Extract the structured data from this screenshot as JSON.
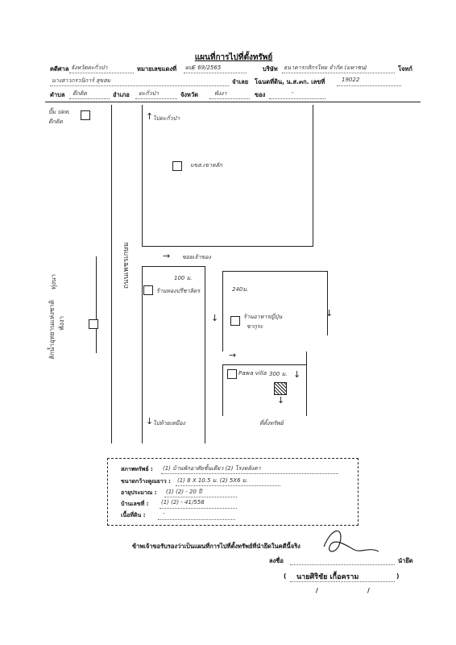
{
  "title": "แผนที่การไปที่ตั้งทรัพย์",
  "header": {
    "row1": {
      "case_label": "คดีศาล",
      "court_value": "จังหวัดตะกั่วป่า",
      "black_no_label": "หมายเลขแดงที่",
      "black_no_value": "ผบE 69/2565",
      "plaintiff_label": "บริษัท",
      "plaintiff_value": "ธนาคารกสิกรไทย จำกัด (มหาชน)",
      "role_label": "โจทก์"
    },
    "row2": {
      "defendant_value": "นางสาวกรวนิการ์ สุขสม",
      "role_label": "จำเลย",
      "deed_label": "โฉนดที่ดิน, น.ส.๓ก. เลขที่",
      "deed_value": "19022"
    },
    "row3": {
      "tambon_label": "ตำบล",
      "tambon_value": "ตึกติด",
      "amphoe_label": "อำเภอ",
      "amphoe_value": "ตะกั่วป่า",
      "province_label": "จังหวัด",
      "province_value": "พังงา",
      "of_label": "ของ",
      "of_value": "-"
    }
  },
  "map": {
    "label_ptt": "ปั๊ม ปตท.",
    "label_ptt2": "ตึกติด",
    "label_to_takuapa": "ไปตะกั่วป่า",
    "label_bks": "บขส.เขาหลัก",
    "label_road_vertical": "ถนนเพชรเกษม",
    "label_soi": "ซอยเจ้าของ",
    "label_100m": "100 ม.",
    "label_shop": "ร้านทองปรีชาลิตร",
    "label_240m": "240ม.",
    "label_restaurant": "ร้านอาหารญี่ปุ่น",
    "label_restaurant2": "ซากุระ",
    "label_villa": "Pawa villa",
    "label_villa_dist": "300 ม.",
    "label_property": "ที่ตั้งทรัพย์",
    "label_to_thaimuang": "ไปท้ายเหมือง",
    "label_left_vertical1": "ทุ่งนา",
    "label_left_vertical2": "ลักน้ำอุทยานแห่งชาติ",
    "label_left_vertical3": "พังงา"
  },
  "info": {
    "property_label": "สภาพทรัพย์ :",
    "property_value": "(1) บ้านพักอาศัยชั้นเดียว (2) โรงหลังคา",
    "size_label": "ขนาดกว้างคูณยาว :",
    "size_value": "(1) 8 X 10.5 ม. (2) 5X6 ม.",
    "age_label": "อายุประมาณ :",
    "age_value": "(1) (2) - 20 ปี",
    "house_no_label": "บ้านเลขที่ :",
    "house_no_value": "(1) (2) - 41/558",
    "land_area_label": "เนื้อที่ดิน :",
    "land_area_value": "-"
  },
  "certify": {
    "statement": "ข้าพเจ้าขอรับรองว่าเป็นแผนที่การไปที่ตั้งทรัพย์ที่นำยึดในคดีนี้จริง",
    "sign_label": "ลงชื่อ",
    "role": "นำยึด",
    "name": "นายศิริชัย เกื้อคราม",
    "paren_open": "(",
    "paren_close": ")",
    "slash1": "/",
    "slash2": "/"
  }
}
